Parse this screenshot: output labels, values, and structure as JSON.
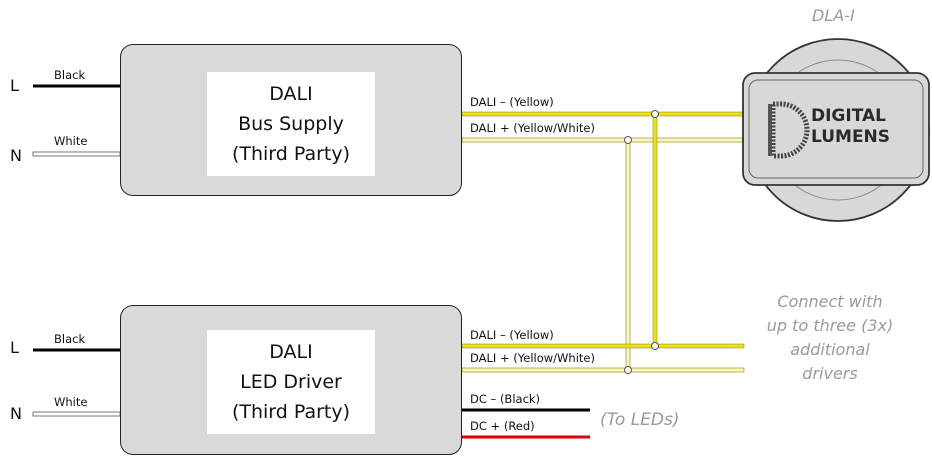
{
  "left_wiring": {
    "L": "L",
    "N": "N",
    "black": "Black",
    "white": "White"
  },
  "bus_supply": {
    "line1": "DALI",
    "line2": "Bus Supply",
    "line3": "(Third Party)"
  },
  "led_driver": {
    "line1": "DALI",
    "line2": "LED Driver",
    "line3": "(Third Party)"
  },
  "wires": {
    "dali_minus": "DALI – (Yellow)",
    "dali_plus": "DALI + (Yellow/White)",
    "dc_minus": "DC – (Black)",
    "dc_plus": "DC + (Red)"
  },
  "to_leds": "(To LEDs)",
  "device": {
    "name": "DLA-I",
    "logo_line1": "DIGITAL",
    "logo_line2": "LUMENS"
  },
  "note": [
    "Connect with",
    "up to three (3x)",
    "additional",
    "drivers"
  ],
  "colors": {
    "yellow": "#e8e020",
    "red": "#e00000",
    "box_fill": "#d9d9d9",
    "note_grey": "#9a9a9a"
  }
}
